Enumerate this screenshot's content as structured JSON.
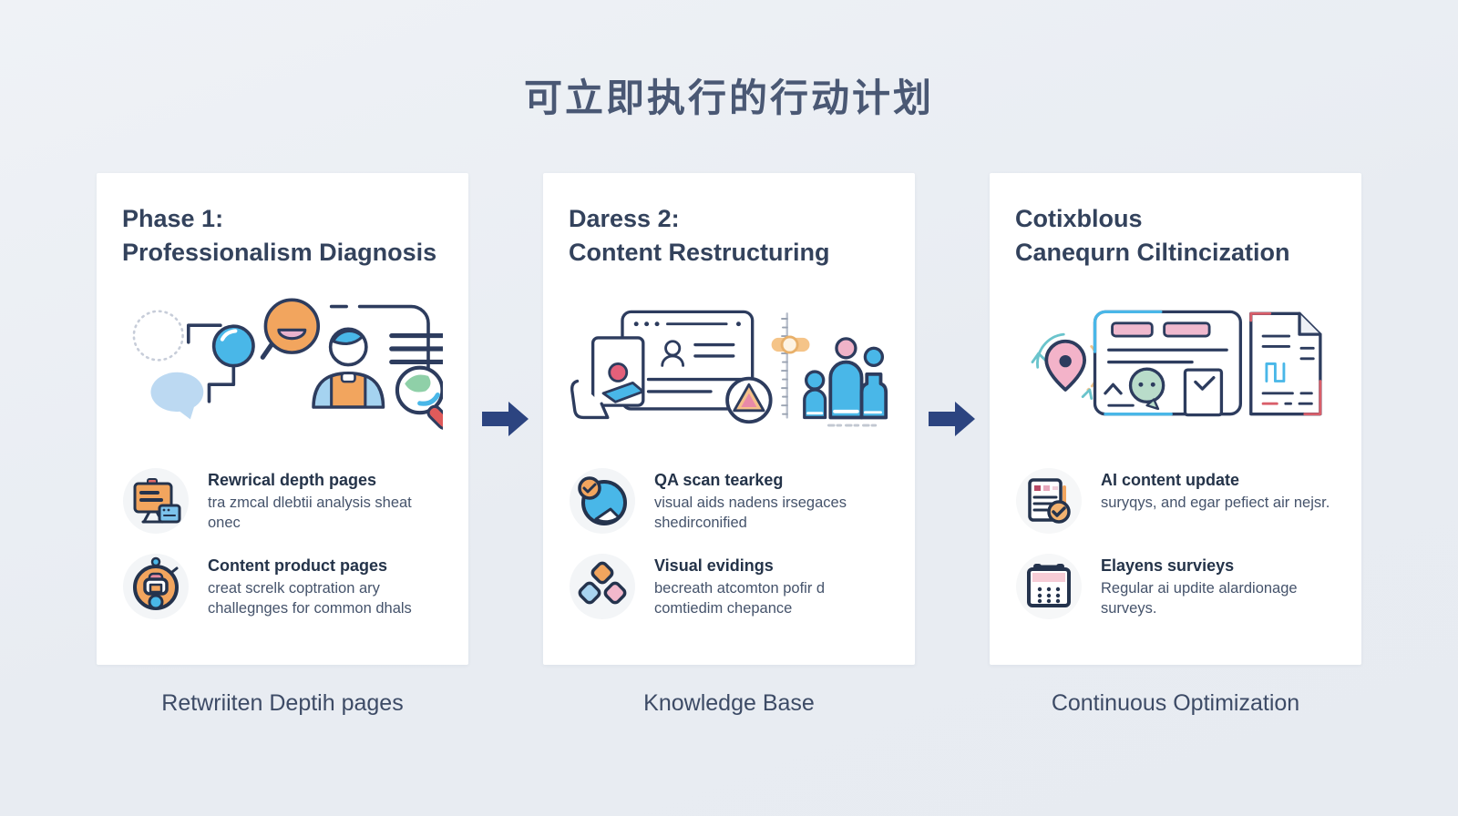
{
  "title": "可立即执行的行动计划",
  "colors": {
    "page_bg": "#e9edf3",
    "card_bg": "#ffffff",
    "title_text": "#4a5874",
    "heading_text": "#33425c",
    "body_text": "#45536b",
    "outline_navy": "#2d3c5e",
    "arrow_navy": "#2c4480",
    "accent_blue": "#49b7e8",
    "accent_orange": "#f2a55e",
    "accent_pink": "#f0b9ce"
  },
  "arrow": {
    "icon": "arrow-right-icon"
  },
  "cards": [
    {
      "heading_line1": "Phase 1:",
      "heading_line2": "Professionalism Diagnosis",
      "illustration": "diagnosis-people-scene",
      "features": [
        {
          "icon": "monitor-documents-icon",
          "title": "Rewrical depth pages",
          "body": "tra zmcal dlebtii analysis sheat onec"
        },
        {
          "icon": "robot-icon",
          "title": "Content product pages",
          "body": "creat screlk coptration ary challegnges for common dhals"
        }
      ],
      "footer_label": "Retwriiten Deptih pages"
    },
    {
      "heading_line1": "Daress 2:",
      "heading_line2": "Content Restructuring",
      "illustration": "profile-review-chart-scene",
      "features": [
        {
          "icon": "check-globe-icon",
          "title": "QA scan tearkeg",
          "body": "visual aids nadens irsegaces shedirconified"
        },
        {
          "icon": "diamonds-icon",
          "title": "Visual evidings",
          "body": "becreath atcomton pofir d comtiedim chepance"
        }
      ],
      "footer_label": "Knowledge Base"
    },
    {
      "heading_line1": "Cotixblous",
      "heading_line2": "Canequrn Ciltincization",
      "illustration": "update-cycle-document-scene",
      "features": [
        {
          "icon": "document-check-icon",
          "title": "AI content update",
          "body": "suryqys, and egar pefiect air nejsr."
        },
        {
          "icon": "calendar-icon",
          "title": "Elayens survieys",
          "body": "Regular ai updite alardionage surveys."
        }
      ],
      "footer_label": "Continuous Optimization"
    }
  ]
}
